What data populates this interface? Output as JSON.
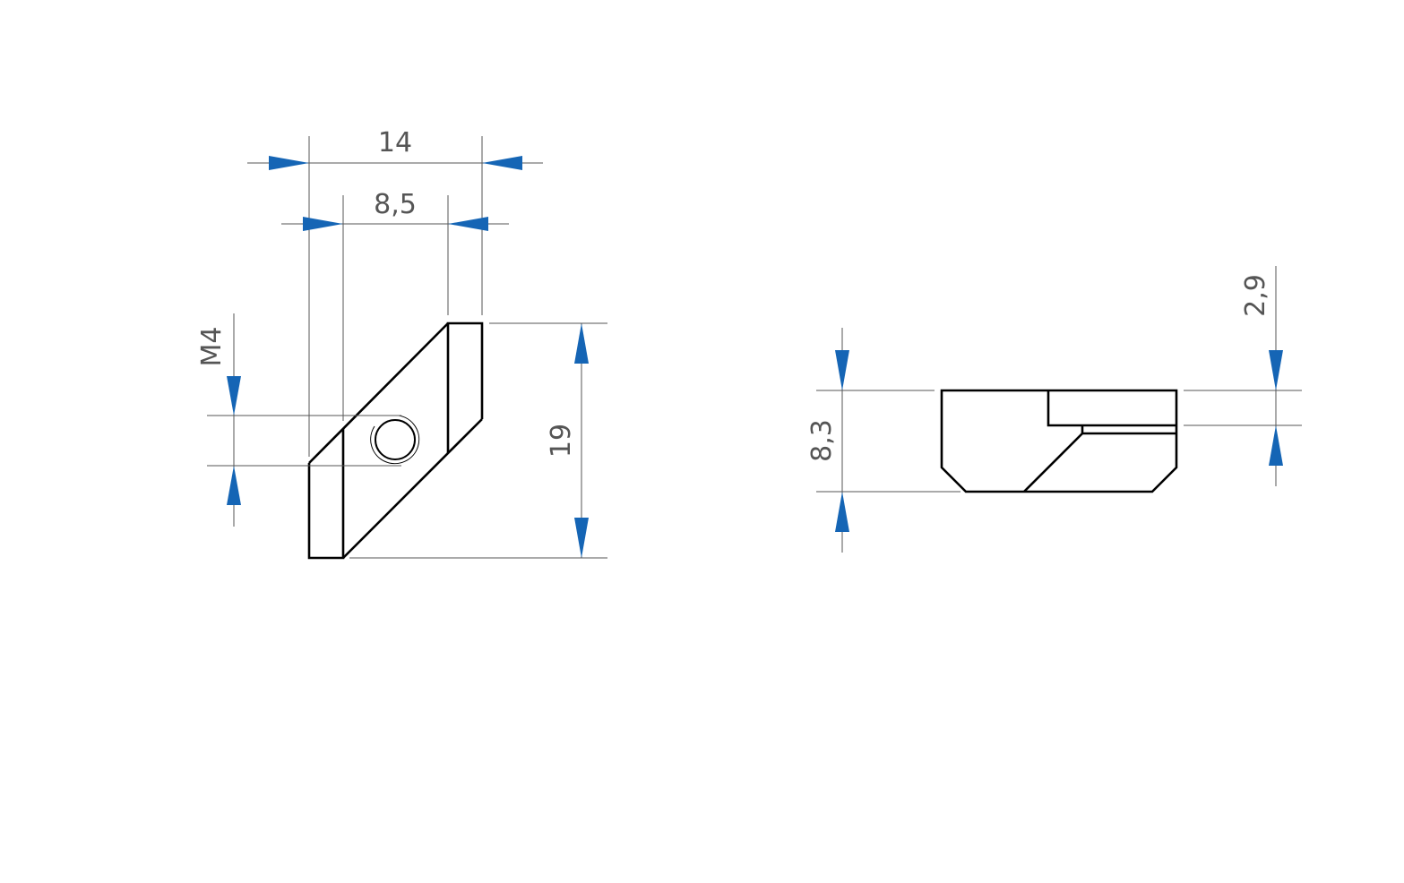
{
  "drawing": {
    "arrow_color": "#1565b5",
    "line_color": "#555555",
    "part_color": "#000000",
    "background": "#ffffff"
  },
  "front_view": {
    "dimensions": {
      "width_total": "14",
      "width_inner": "8,5",
      "thread": "M4",
      "height": "19"
    }
  },
  "side_view": {
    "dimensions": {
      "height": "8,3",
      "slot_depth": "2,9"
    }
  }
}
